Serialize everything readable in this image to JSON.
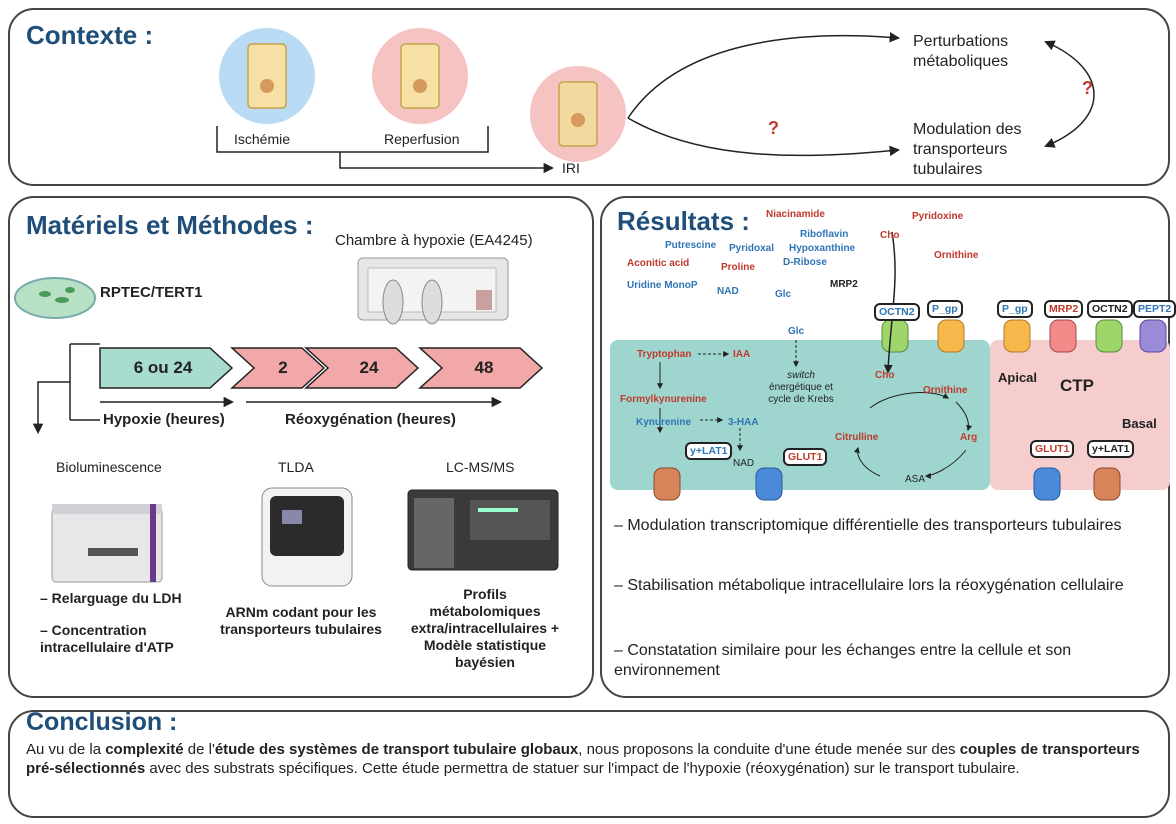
{
  "context": {
    "title": "Contexte :",
    "ischemie": "Ischémie",
    "reperfusion": "Reperfusion",
    "iri": "IRI",
    "perturbations": "Perturbations métaboliques",
    "modulation": "Modulation des transporteurs tubulaires",
    "question": "?"
  },
  "methods": {
    "title": "Matériels et Méthodes :",
    "chamber": "Chambre à hypoxie (EA4245)",
    "cells": "RPTEC/TERT1",
    "arrows": [
      "6 ou 24",
      "2",
      "24",
      "48"
    ],
    "hypoxia": "Hypoxie (heures)",
    "reoxygenation": "Réoxygénation (heures)",
    "bio": "Bioluminescence",
    "tlda": "TLDA",
    "lcms": "LC-MS/MS",
    "bio_items": [
      "– Relarguage du LDH",
      "– Concentration intracellulaire d'ATP"
    ],
    "tlda_desc": "ARNm codant pour les transporteurs tubulaires",
    "lcms_desc": "Profils métabolomiques extra/intracellulaires + Modèle statistique bayésien"
  },
  "results": {
    "title": "Résultats :",
    "metabolites_red": [
      "Niacinamide",
      "Pyridoxine",
      "Aconitic acid",
      "Proline",
      "Cho",
      "Ornithine"
    ],
    "metabolites_blue": [
      "Putrescine",
      "Pyridoxal",
      "Riboflavin",
      "Hypoxanthine",
      "D-Ribose",
      "Uridine MonoP",
      "NAD",
      "Glc"
    ],
    "mrp2_label": "MRP2",
    "pathway": {
      "tryptophan": "Tryptophan",
      "iaa": "IAA",
      "formylkynurenine": "Formylkynurenine",
      "kynurenine": "Kynurenine",
      "haa": "3-HAA",
      "nad": "NAD",
      "glc": "Glc",
      "switch": "switch",
      "switch_rest": "énergétique et cycle de Krebs",
      "cho": "Cho",
      "ornithine": "Ornithine",
      "citrulline": "Citrulline",
      "arg": "Arg",
      "asa": "ASA"
    },
    "transporters_top": [
      "OCTN2",
      "P_gp"
    ],
    "transporters_right": [
      "P_gp",
      "MRP2",
      "OCTN2",
      "PEPT2"
    ],
    "transporters_bottom_left": [
      "y+LAT1",
      "GLUT1"
    ],
    "transporters_bottom_right": [
      "GLUT1",
      "y+LAT1"
    ],
    "apical": "Apical",
    "ctp": "CTP",
    "basal": "Basal",
    "findings": [
      "– Modulation transcriptomique différentielle des transporteurs tubulaires",
      "– Stabilisation métabolique intracellulaire lors la réoxygénation cellulaire",
      "– Constatation similaire pour les échanges entre la cellule et son environnement"
    ]
  },
  "conclusion": {
    "title": "Conclusion :",
    "p1": "Au vu de la ",
    "b1": "complexité",
    "p2": " de l'",
    "b2": "étude des systèmes de transport tubulaire globaux",
    "p3": ", nous proposons la conduite d'une étude menée sur des ",
    "b3": "couples de transporteurs pré-sélectionnés",
    "p4": " avec des substrats spécifiques. Cette étude permettra de statuer sur l'impact de l'hypoxie (réoxygénation) sur le transport tubulaire."
  },
  "colors": {
    "title_blue": "#1f4e79",
    "red_text": "#c0392b",
    "blue_text": "#2e75b6",
    "cell_teal": "#9ed6cf",
    "ctp_pink": "#f6cdcd",
    "arrow_teal": "#a8dccf",
    "arrow_pink": "#f2a8a8"
  }
}
